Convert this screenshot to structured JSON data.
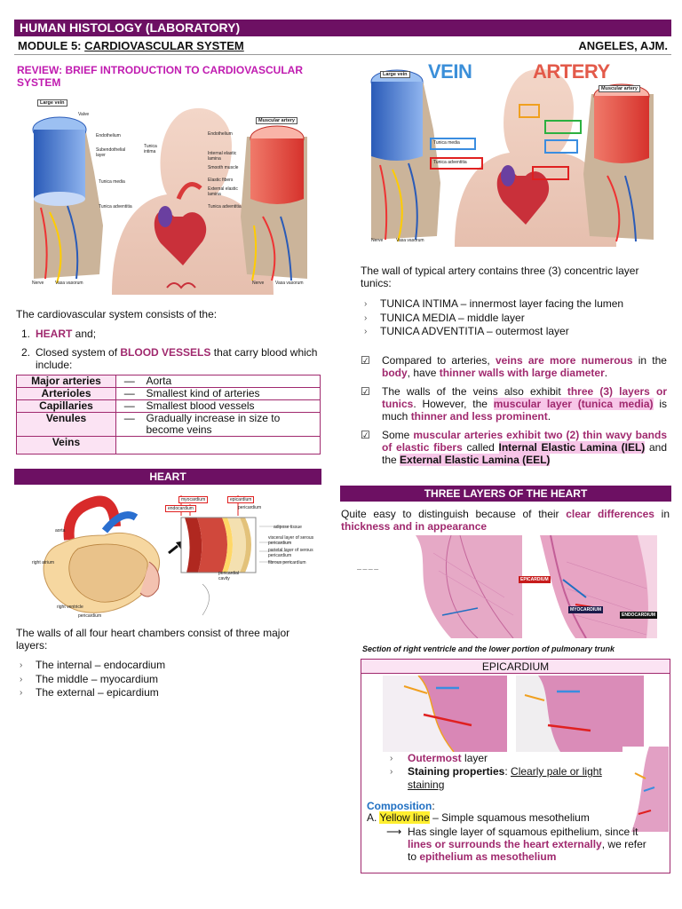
{
  "header": {
    "banner": "HUMAN HISTOLOGY (LABORATORY)",
    "module_prefix": "MODULE 5: ",
    "module_topic": "CARDIOVASCULAR SYSTEM",
    "author": "ANGELES, AJM."
  },
  "review": {
    "title": "REVIEW: BRIEF INTRODUCTION TO CARDIOVASCULAR SYSTEM"
  },
  "vessel_figure_left": {
    "labels": {
      "large_vein": "Large vein",
      "valve": "Valve",
      "endothelium": "Endothelium",
      "subendothelial": "Subendothelial layer",
      "tunica_intima": "Tunica intima",
      "tunica_media": "Tunica media",
      "tunica_adventitia": "Tunica adventitia",
      "muscular_artery": "Muscular artery",
      "internal_elastic": "Internal elastic lamina",
      "smooth_muscle": "Smooth muscle",
      "elastic_fibers": "Elastic fibers",
      "external_elastic": "External elastic lamina",
      "nerve": "Nerve",
      "vasa_vasorum": "Vasa vasorum"
    }
  },
  "vessel_figure_right": {
    "vein_title": "VEIN",
    "artery_title": "ARTERY"
  },
  "intro": {
    "lead": "The cardiovascular system consists of the:",
    "item1_num": "1.",
    "item1_hl": "HEART",
    "item1_rest": " and;",
    "item2_num": "2.",
    "item2_pre": "Closed system of ",
    "item2_hl": "BLOOD VESSELS",
    "item2_post": " that carry blood which include:"
  },
  "vessel_table": [
    {
      "name": "Major arteries",
      "dash": "—",
      "desc": "Aorta"
    },
    {
      "name": "Arterioles",
      "dash": "—",
      "desc": "Smallest kind of arteries"
    },
    {
      "name": "Capillaries",
      "dash": "—",
      "desc": "Smallest blood vessels"
    },
    {
      "name": "Venules",
      "dash": "—",
      "desc": "Gradually increase in size to become veins"
    },
    {
      "name": "Veins",
      "dash": "",
      "desc": ""
    }
  ],
  "heart_section": {
    "bar": "HEART",
    "labels": {
      "myocardium": "myocardium",
      "endocardium": "endocardium",
      "epicardium": "epicardium",
      "pericardium": "pericardium",
      "aorta": "aorta",
      "right_atrium": "right atrium",
      "right_ventricle": "right ventricle",
      "pericardium2": "pericardium",
      "adipose": "adipose tissue",
      "visceral": "visceral layer of serous pericardium",
      "parietal": "parietal layer of serous pericardium",
      "fibrous": "fibrous pericardium",
      "cavity": "pericardial cavity"
    },
    "walls_text": "The walls of all four heart chambers consist of three major layers:",
    "layers": [
      "The internal – endocardium",
      "The middle – myocardium",
      "The external – epicardium"
    ]
  },
  "artery_wall": {
    "lead": "The wall of typical artery contains three (3) concentric layer tunics:",
    "tunics": [
      "TUNICA INTIMA – innermost layer facing the lumen",
      "TUNICA MEDIA – middle layer",
      "TUNICA ADVENTITIA – outermost layer"
    ],
    "marker": "›"
  },
  "comparisons": {
    "c1_a": "Compared to arteries, ",
    "c1_b": "veins are more numerous",
    "c1_c": " in the ",
    "c1_d": "body",
    "c1_e": ", have ",
    "c1_f": "thinner walls with large diameter",
    "c1_g": ".",
    "c2_a": "The walls of the veins also exhibit ",
    "c2_b": "three (3) layers or tunics",
    "c2_c": ". However, the ",
    "c2_d": "muscular layer (tunica media)",
    "c2_e": " is much ",
    "c2_f": "thinner and less prominent",
    "c2_g": ".",
    "c3_a": "Some ",
    "c3_b": "muscular arteries exhibit two (2) thin wavy bands of elastic fibers",
    "c3_c": " called ",
    "c3_d": "Internal Elastic Lamina (IEL)",
    "c3_e": " and the ",
    "c3_f": "External Elastic Lamina (EEL)"
  },
  "three_layers": {
    "bar": "THREE LAYERS OF THE HEART",
    "t_a": "Quite easy to distinguish because of their ",
    "t_b": "clear differences",
    "t_c": " in ",
    "t_d": "thickness and in appearance",
    "tag_epi": "EPICARDIUM",
    "tag_myo": "MYOCARDIUM",
    "tag_endo": "ENDOCARDIUM",
    "caption": "Section of right ventricle and the lower portion of pulmonary trunk"
  },
  "epicardium": {
    "title": "EPICARDIUM",
    "b1_hl": "Outermost",
    "b1_rest": " layer",
    "b2_label": "Staining properties",
    "b2_colon": ": ",
    "b2_val": "Clearly pale or light staining",
    "comp_label": "Composition",
    "comp_colon": ":",
    "a_prefix": "A. ",
    "a_hl": "Yellow line",
    "a_rest": " – Simple squamous mesothelium",
    "arrow": "⟶",
    "sub_a": "Has single layer of squamous epithelium, since it ",
    "sub_b": "lines or surrounds the heart externally",
    "sub_c": ", we refer to ",
    "sub_d": "epithelium as mesothelium"
  }
}
